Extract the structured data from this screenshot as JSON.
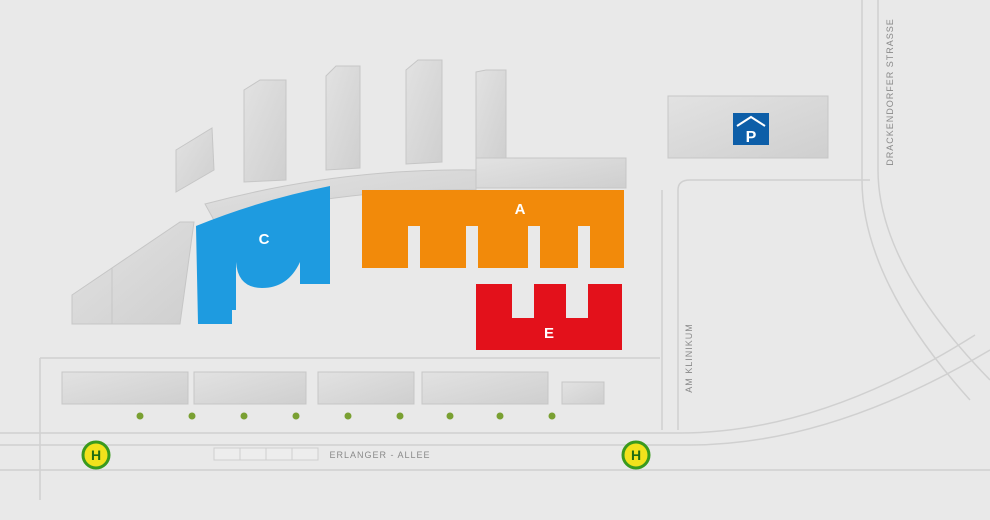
{
  "buildings": {
    "a": {
      "label": "A",
      "color": "#f28a0a"
    },
    "c": {
      "label": "C",
      "color": "#1e9be0"
    },
    "e": {
      "label": "E",
      "color": "#e3111b"
    }
  },
  "streets": {
    "erlanger_allee": "ERLANGER - ALLEE",
    "am_klinikum": "AM KLINIKUM",
    "drackendorfer_strasse": "DRACKENDORFER STRASSE"
  },
  "parking": {
    "icon": "parking-garage-icon",
    "letter": "P",
    "color": "#0d5ea8"
  },
  "bus_stop": {
    "icon": "bus-stop-icon",
    "letter": "H",
    "color": "#f2e21c"
  },
  "colors": {
    "background": "#e9e9e9",
    "road_line": "#d2d2d2",
    "building_gray": "#d8d8d8",
    "tree": "#7aa032"
  }
}
